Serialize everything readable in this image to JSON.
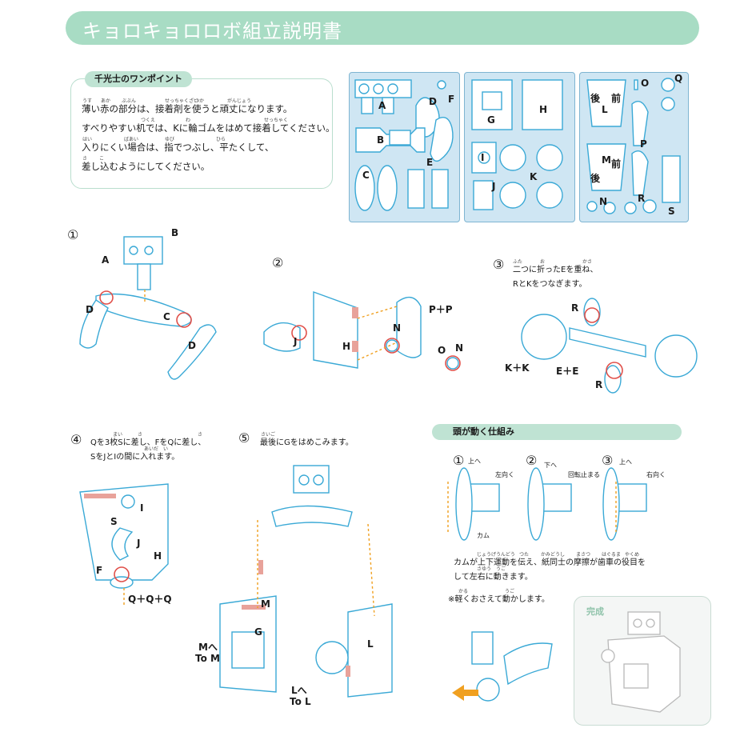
{
  "title": "キョロキョロロボ組立説明書",
  "tip": {
    "tag": "千光士のワンポイント",
    "lines": [
      "薄い赤の部分は、接着剤を使うと頑丈になります。",
      "すべりやすい机では、Kに輪ゴムをはめて接着してください。",
      "入りにくい場合は、指でつぶし、平たくして、",
      "差し込むようにしてください。"
    ],
    "ruby": [
      "うす",
      "あか",
      "ぶぶん",
      "せっちゃくざい",
      "つか",
      "がんじょう",
      "つくえ",
      "わ",
      "せっちゃく",
      "はい",
      "ばあい",
      "ゆび",
      "ひら",
      "さ",
      "こ"
    ]
  },
  "parts_labels": {
    "panel1": [
      "A",
      "B",
      "C",
      "D",
      "E",
      "F"
    ],
    "panel2": [
      "G",
      "H",
      "I",
      "J",
      "K"
    ],
    "panel3": [
      "L",
      "M",
      "N",
      "O",
      "P",
      "Q",
      "R",
      "S",
      "後",
      "前",
      "後",
      "前"
    ]
  },
  "steps": {
    "s1": {
      "num": "①",
      "labels": [
        "A",
        "B",
        "C",
        "D",
        "D"
      ]
    },
    "s2": {
      "num": "②",
      "labels": [
        "J",
        "H",
        "N",
        "P＋P",
        "O",
        "N"
      ]
    },
    "s3": {
      "num": "③",
      "text": [
        "二つに折ったEを重ね、",
        "RとKをつなぎます。"
      ],
      "ruby": [
        "ふた",
        "お",
        "かさ"
      ],
      "labels": [
        "R",
        "K＋K",
        "E＋E",
        "R"
      ]
    },
    "s4": {
      "num": "④",
      "text": [
        "Qを3枚Sに差し、FをQに差し、",
        "SをJとIの間に入れます。"
      ],
      "ruby": [
        "まい",
        "さ",
        "さ",
        "あいだ",
        "い"
      ],
      "labels": [
        "I",
        "S",
        "J",
        "H",
        "F",
        "Q＋Q＋Q"
      ]
    },
    "s5": {
      "num": "⑤",
      "text": "最後にGをはめこみます。",
      "ruby": [
        "さいご"
      ],
      "labels": [
        "M",
        "G",
        "L",
        "Mへ",
        "To M",
        "Lへ",
        "To L"
      ]
    }
  },
  "head": {
    "tag": "頭が動く仕組み",
    "phases": [
      {
        "num": "①",
        "dir": "上へ",
        "turn": "左向く"
      },
      {
        "num": "②",
        "dir": "下へ",
        "turn": "回転止まる"
      },
      {
        "num": "③",
        "dir": "上へ",
        "turn": "右向く"
      }
    ],
    "cam": "カム",
    "expl": [
      "カムが上下運動を伝え、紙同士の摩擦が歯車の役目を",
      "して左右に動きます。"
    ],
    "expl_ruby": [
      "じょうげうんどう",
      "つた",
      "かみどうし",
      "まさつ",
      "はぐるま",
      "やくめ",
      "さゆう",
      "うご"
    ],
    "note": "※軽くおさえて動かします。",
    "note_ruby": [
      "かる",
      "うご"
    ]
  },
  "complete": "完成",
  "colors": {
    "accent": "#a8dcc4",
    "line": "#3aa9d6",
    "glue": "#e8a29a",
    "panel": "#cfe6f3",
    "arrow": "#f0a020"
  }
}
